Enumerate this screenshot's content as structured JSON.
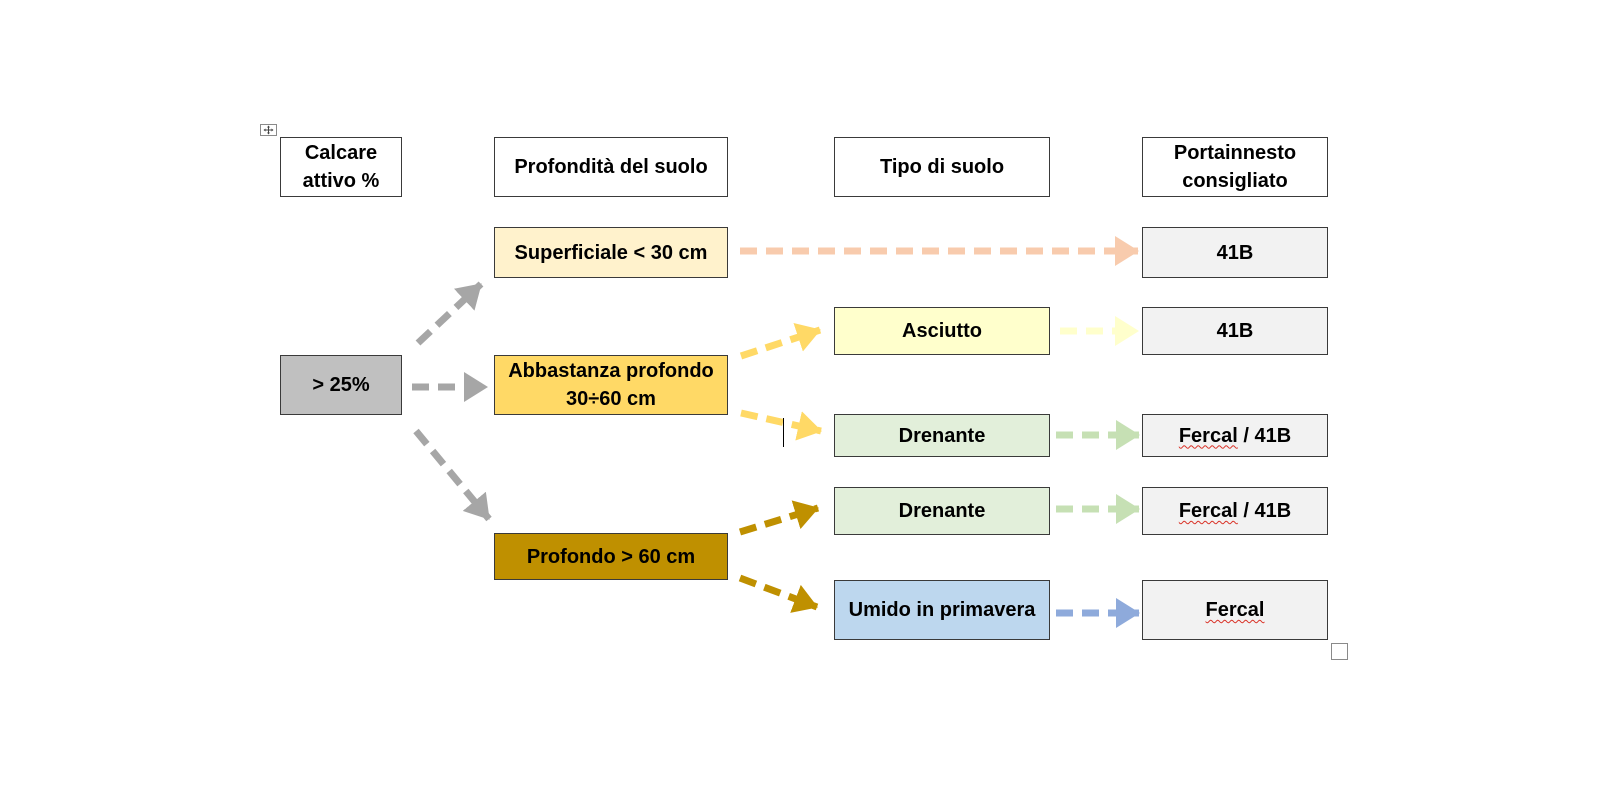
{
  "headers": {
    "calcare": "Calcare attivo %",
    "profondita": "Profondità del suolo",
    "tipo": "Tipo di suolo",
    "portainnesto": "Portainnesto consigliato"
  },
  "nodes": {
    "calcare_value": "> 25%",
    "depth_superficiale": "Superficiale < 30 cm",
    "depth_abbastanza": "Abbastanza profondo 30÷60 cm",
    "depth_profondo": "Profondo > 60 cm",
    "soil_asciutto": "Asciutto",
    "soil_drenante_1": "Drenante",
    "soil_drenante_2": "Drenante",
    "soil_umido": "Umido in primavera",
    "root_1": "41B",
    "root_2": "41B",
    "root_3_a": "Fercal",
    "root_3_b": " / 41B",
    "root_4_a": "Fercal",
    "root_4_b": " / 41B",
    "root_5": "Fercal"
  },
  "colors": {
    "border": "#3a3a3a",
    "calcare_fill": "#c0c0c0",
    "superficiale_fill": "#fff2cc",
    "abbastanza_fill": "#ffd966",
    "profondo_fill": "#bf9000",
    "asciutto_fill": "#ffffcc",
    "drenante_fill": "#e2efda",
    "umido_fill": "#bdd7ee",
    "portainnesto_fill": "#f2f2f2",
    "arrow_grey": "#a6a6a6",
    "arrow_peach": "#f8cbad",
    "arrow_yellow": "#ffd966",
    "arrow_lightyellow": "#ffffcc",
    "arrow_green": "#c6e0b4",
    "arrow_gold": "#bf9000",
    "arrow_blue": "#8eaadb"
  },
  "icons": {
    "table_move": "four-way-move-icon",
    "table_resize": "resize-square-icon"
  }
}
